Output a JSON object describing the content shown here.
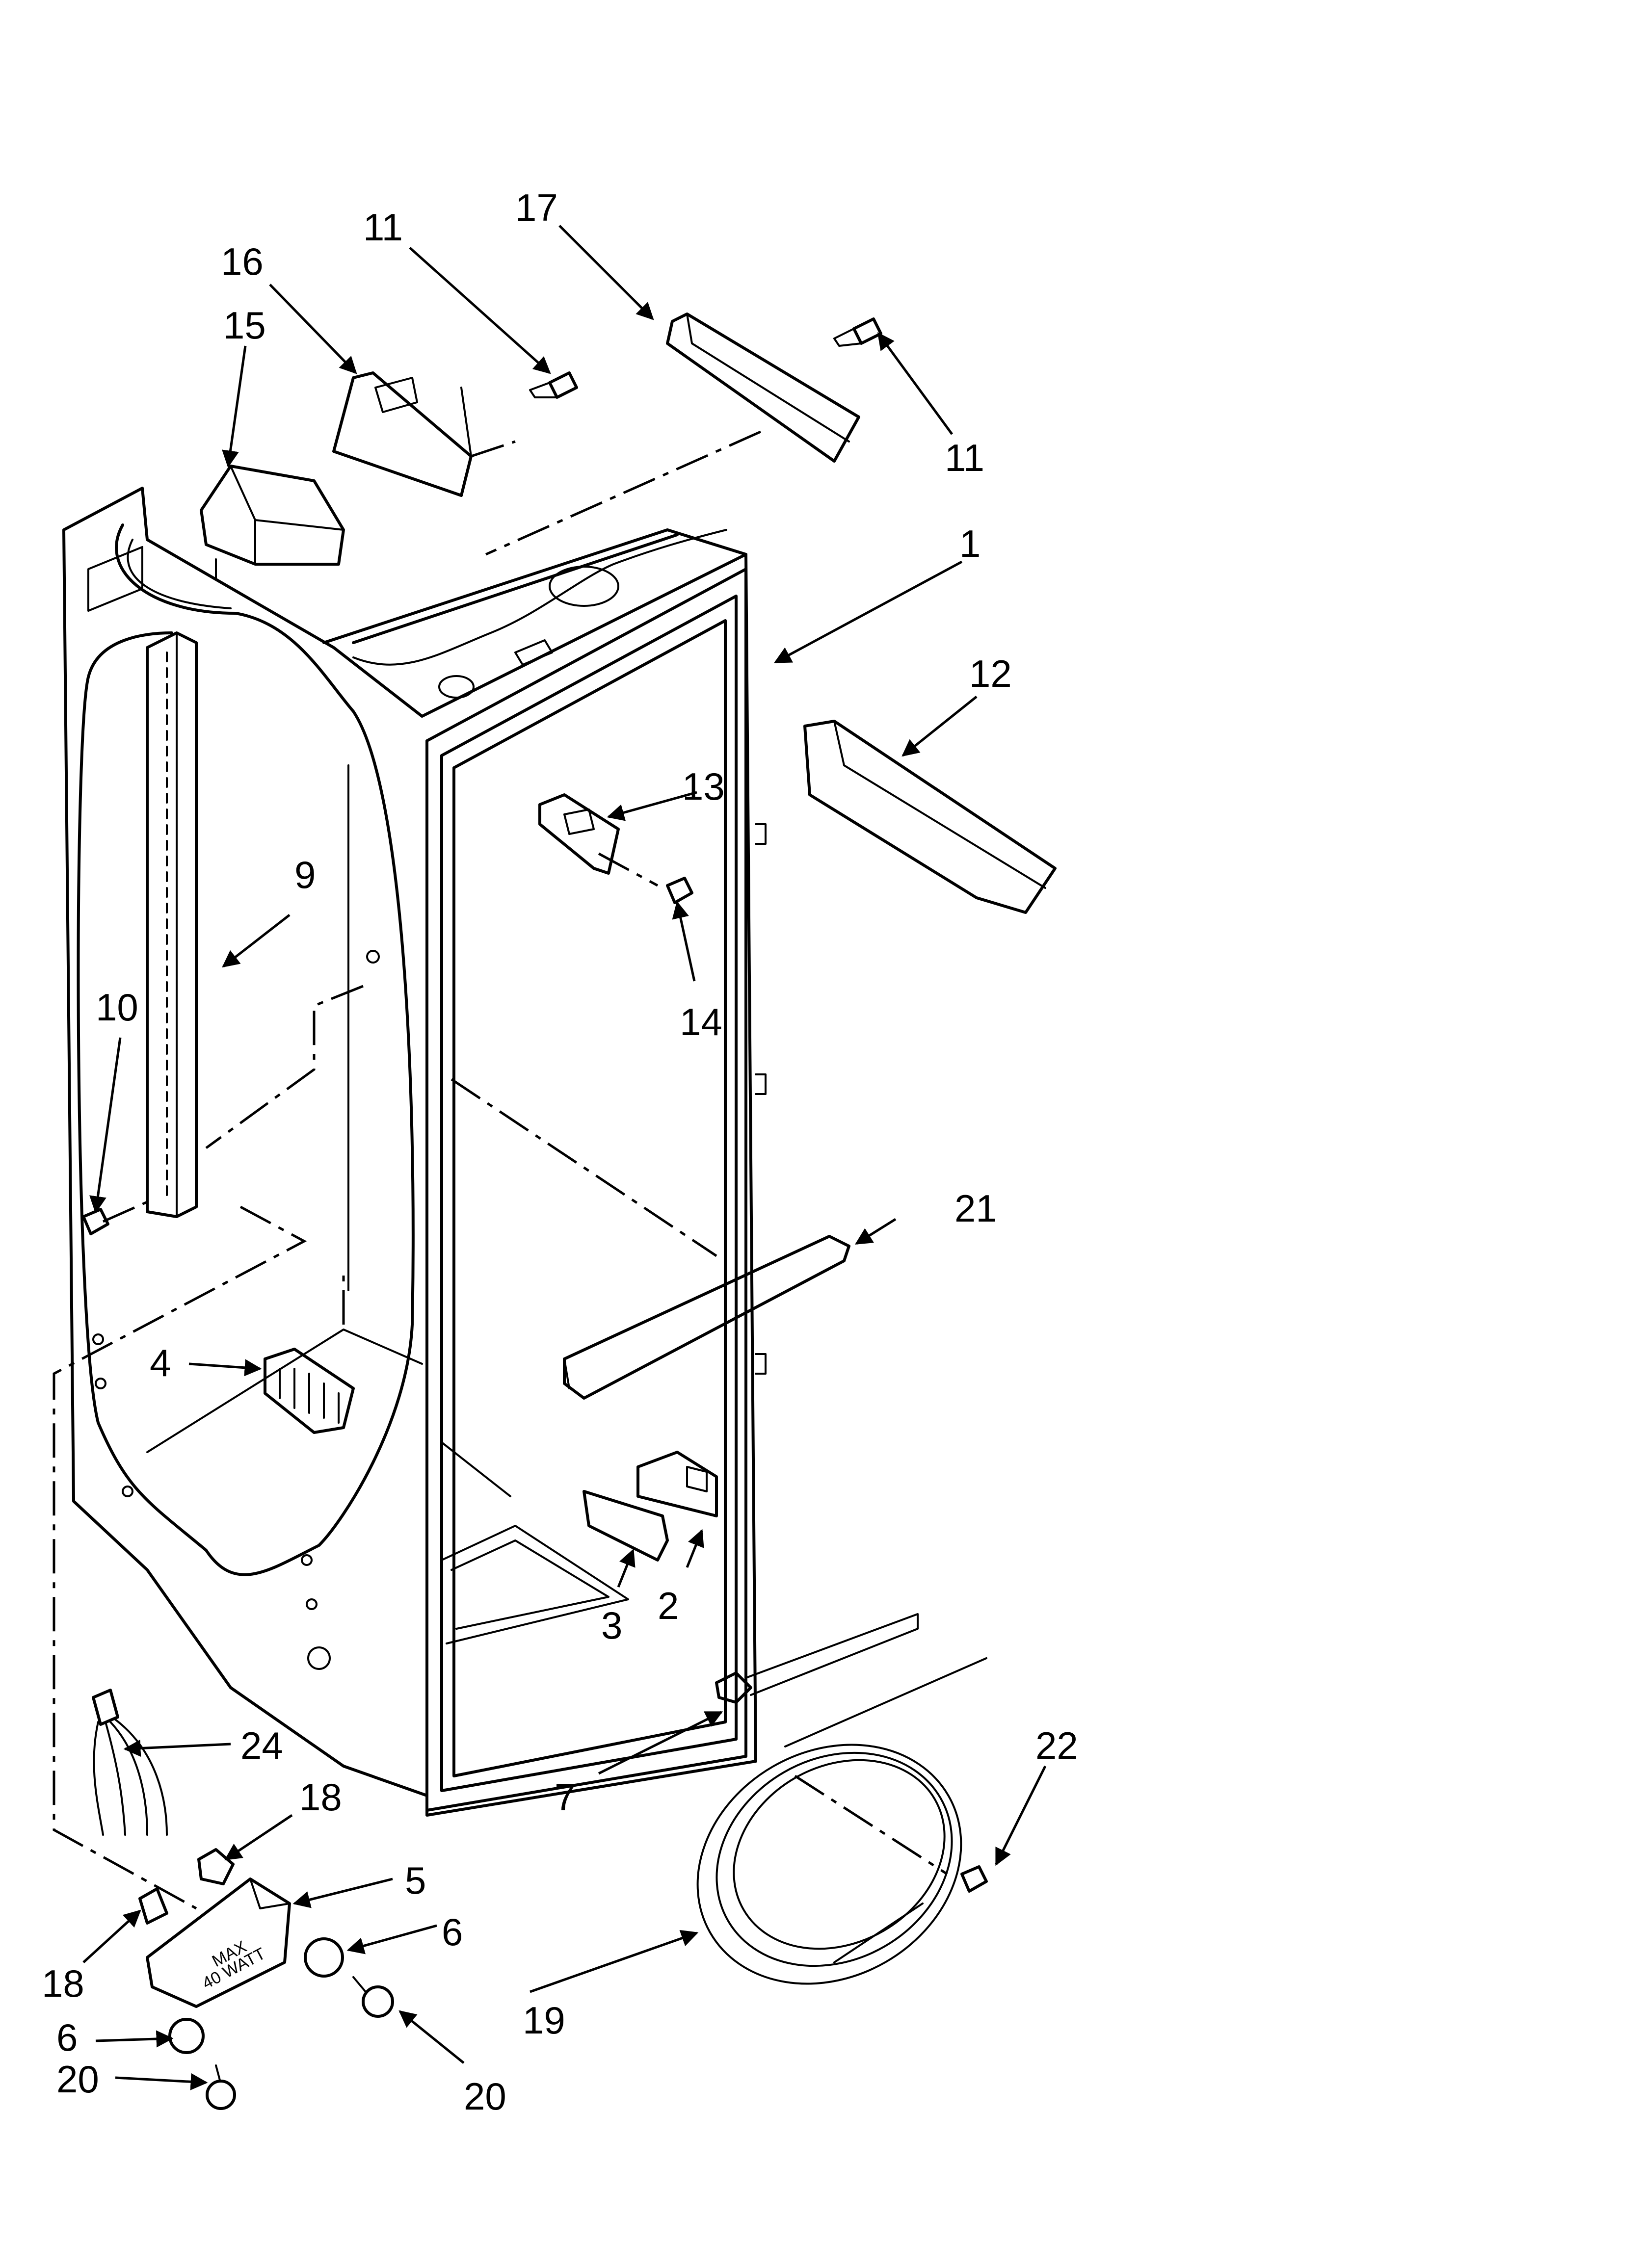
{
  "part_labels": {
    "p1": "1",
    "p2": "2",
    "p3": "3",
    "p4": "4",
    "p5": "5",
    "p6a": "6",
    "p6b": "6",
    "p7": "7",
    "p9": "9",
    "p10": "10",
    "p11a": "11",
    "p11b": "11",
    "p12": "12",
    "p13": "13",
    "p14": "14",
    "p15": "15",
    "p16": "16",
    "p17": "17",
    "p18a": "18",
    "p18b": "18",
    "p19": "19",
    "p20a": "20",
    "p20b": "20",
    "p21": "21",
    "p22": "22",
    "p24": "24"
  },
  "light_housing_text": {
    "line1": "MAX",
    "line2": "40 WATT"
  }
}
